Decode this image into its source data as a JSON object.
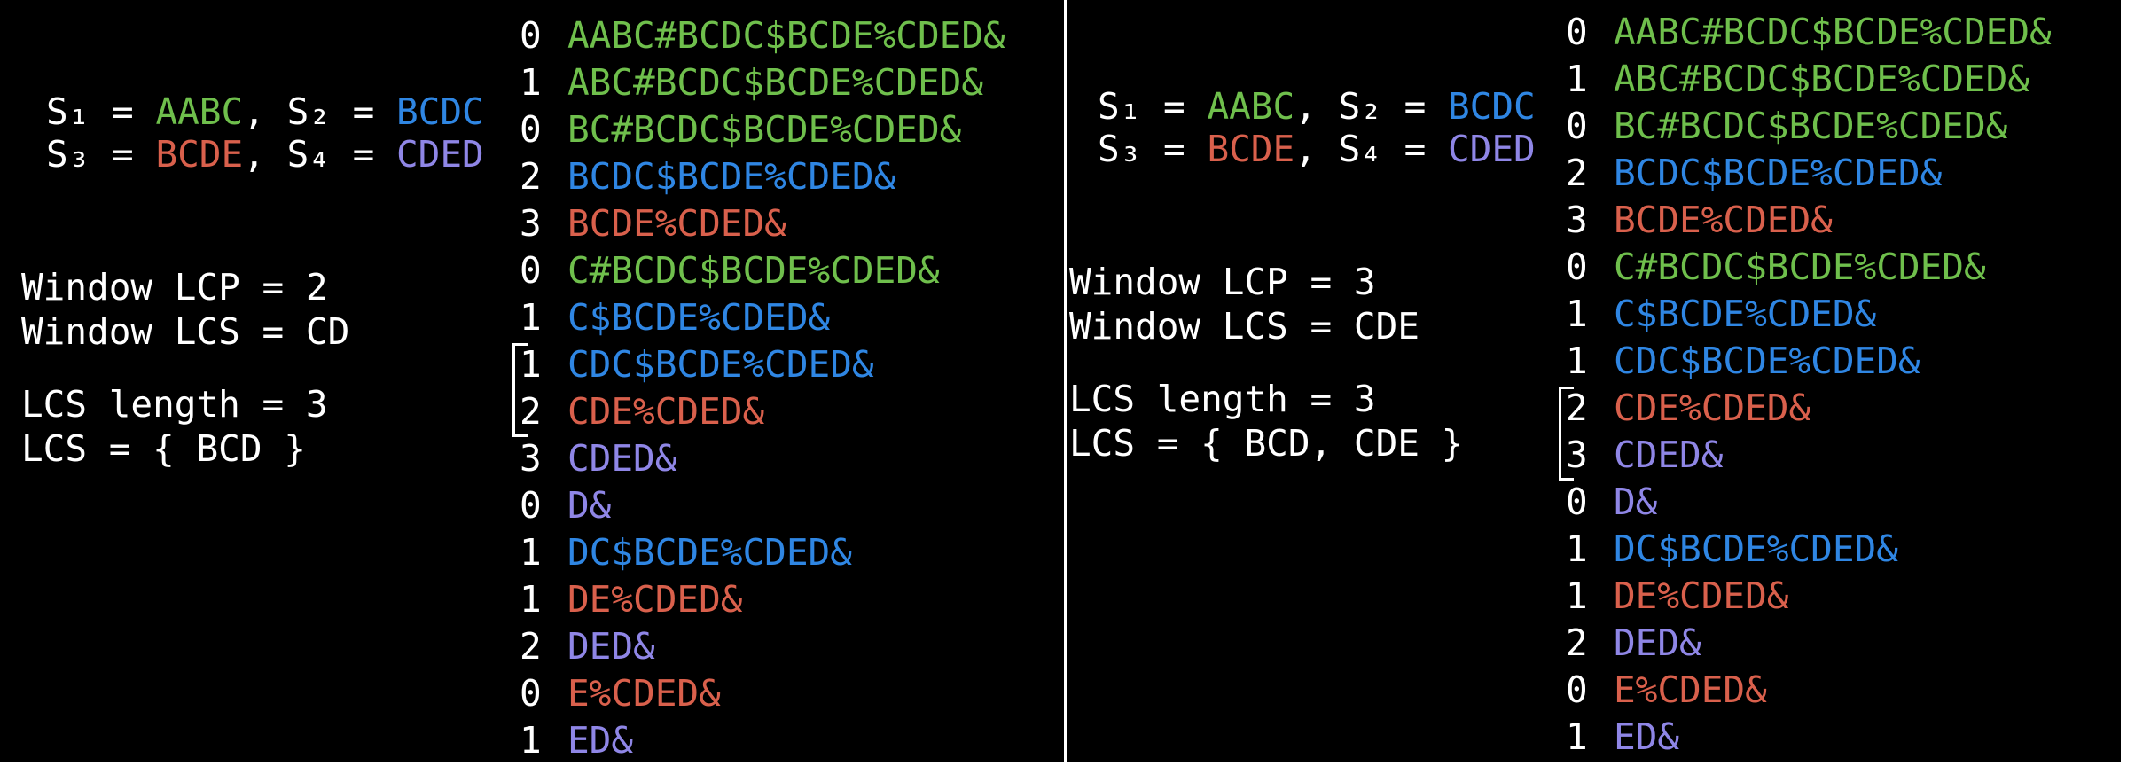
{
  "colors": {
    "green": "#6fbf4c",
    "blue": "#2f86e3",
    "red": "#d9604c",
    "purple": "#8f86e6",
    "white": "#ffffff",
    "background": "#000000"
  },
  "panels": [
    {
      "id": "left",
      "strings": {
        "s1_label": "S₁",
        "s1_value": "AABC",
        "s2_label": "S₂",
        "s2_value": "BCDC",
        "s3_label": "S₃",
        "s3_value": "BCDE",
        "s4_label": "S₄",
        "s4_value": "CDED"
      },
      "window_lcp": "Window LCP = 2",
      "window_lcs": "Window LCS = CD",
      "lcs_length": "LCS length = 3",
      "lcs_set": "LCS = { BCD }",
      "window_rows": [
        7,
        8
      ],
      "rows": [
        {
          "lcp": "0",
          "suffix": "AABC#BCDC$BCDE%CDED&",
          "color": "green"
        },
        {
          "lcp": "1",
          "suffix": "ABC#BCDC$BCDE%CDED&",
          "color": "green"
        },
        {
          "lcp": "0",
          "suffix": "BC#BCDC$BCDE%CDED&",
          "color": "green"
        },
        {
          "lcp": "2",
          "suffix": "BCDC$BCDE%CDED&",
          "color": "blue"
        },
        {
          "lcp": "3",
          "suffix": "BCDE%CDED&",
          "color": "red"
        },
        {
          "lcp": "0",
          "suffix": "C#BCDC$BCDE%CDED&",
          "color": "green"
        },
        {
          "lcp": "1",
          "suffix": "C$BCDE%CDED&",
          "color": "blue"
        },
        {
          "lcp": "1",
          "suffix": "CDC$BCDE%CDED&",
          "color": "blue"
        },
        {
          "lcp": "2",
          "suffix": "CDE%CDED&",
          "color": "red"
        },
        {
          "lcp": "3",
          "suffix": "CDED&",
          "color": "purple"
        },
        {
          "lcp": "0",
          "suffix": "D&",
          "color": "purple"
        },
        {
          "lcp": "1",
          "suffix": "DC$BCDE%CDED&",
          "color": "blue"
        },
        {
          "lcp": "1",
          "suffix": "DE%CDED&",
          "color": "red"
        },
        {
          "lcp": "2",
          "suffix": "DED&",
          "color": "purple"
        },
        {
          "lcp": "0",
          "suffix": "E%CDED&",
          "color": "red"
        },
        {
          "lcp": "1",
          "suffix": "ED&",
          "color": "purple"
        }
      ]
    },
    {
      "id": "right",
      "strings": {
        "s1_label": "S₁",
        "s1_value": "AABC",
        "s2_label": "S₂",
        "s2_value": "BCDC",
        "s3_label": "S₃",
        "s3_value": "BCDE",
        "s4_label": "S₄",
        "s4_value": "CDED"
      },
      "window_lcp": "Window LCP = 3",
      "window_lcs": "Window LCS = CDE",
      "lcs_length": "LCS length = 3",
      "lcs_set": "LCS = { BCD, CDE }",
      "window_rows": [
        8,
        9
      ],
      "rows": [
        {
          "lcp": "0",
          "suffix": "AABC#BCDC$BCDE%CDED&",
          "color": "green"
        },
        {
          "lcp": "1",
          "suffix": "ABC#BCDC$BCDE%CDED&",
          "color": "green"
        },
        {
          "lcp": "0",
          "suffix": "BC#BCDC$BCDE%CDED&",
          "color": "green"
        },
        {
          "lcp": "2",
          "suffix": "BCDC$BCDE%CDED&",
          "color": "blue"
        },
        {
          "lcp": "3",
          "suffix": "BCDE%CDED&",
          "color": "red"
        },
        {
          "lcp": "0",
          "suffix": "C#BCDC$BCDE%CDED&",
          "color": "green"
        },
        {
          "lcp": "1",
          "suffix": "C$BCDE%CDED&",
          "color": "blue"
        },
        {
          "lcp": "1",
          "suffix": "CDC$BCDE%CDED&",
          "color": "blue"
        },
        {
          "lcp": "2",
          "suffix": "CDE%CDED&",
          "color": "red"
        },
        {
          "lcp": "3",
          "suffix": "CDED&",
          "color": "purple"
        },
        {
          "lcp": "0",
          "suffix": "D&",
          "color": "purple"
        },
        {
          "lcp": "1",
          "suffix": "DC$BCDE%CDED&",
          "color": "blue"
        },
        {
          "lcp": "1",
          "suffix": "DE%CDED&",
          "color": "red"
        },
        {
          "lcp": "2",
          "suffix": "DED&",
          "color": "purple"
        },
        {
          "lcp": "0",
          "suffix": "E%CDED&",
          "color": "red"
        },
        {
          "lcp": "1",
          "suffix": "ED&",
          "color": "purple"
        }
      ]
    }
  ]
}
